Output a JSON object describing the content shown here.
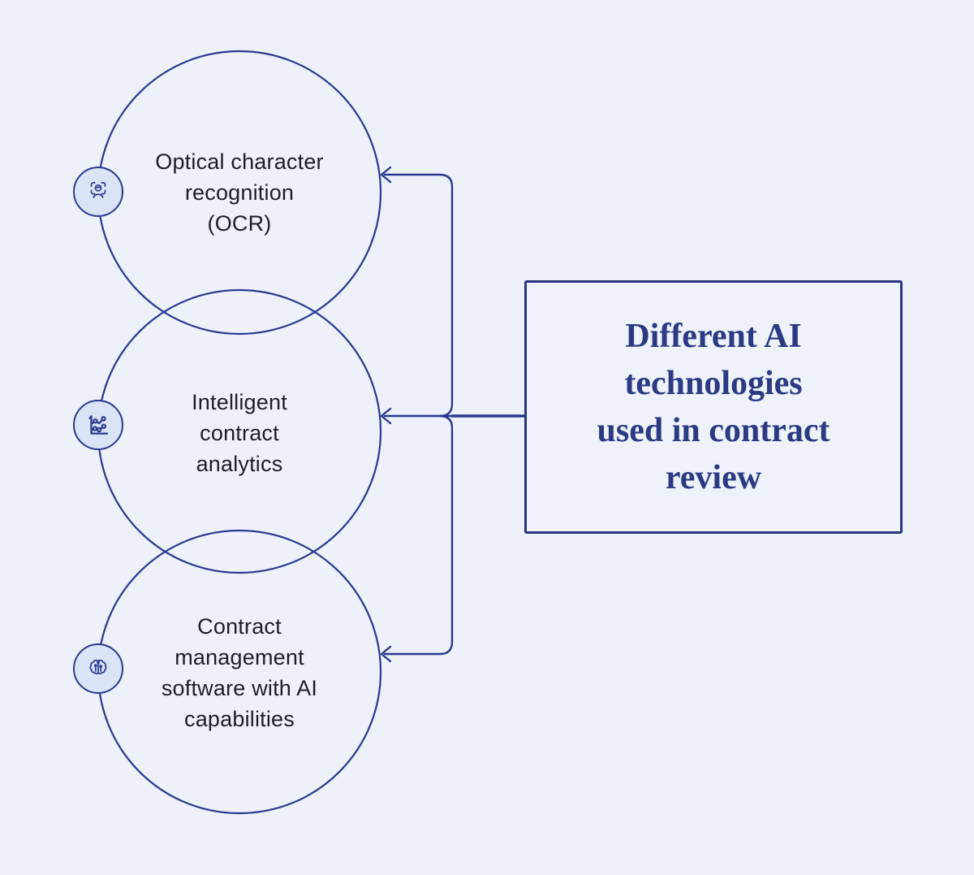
{
  "diagram": {
    "title_box": {
      "lines": [
        "Different AI",
        "technologies",
        "used in contract",
        "review"
      ]
    },
    "nodes": [
      {
        "id": "ocr",
        "icon": "face-scan-icon",
        "lines": [
          "Optical character",
          "recognition",
          "(OCR)"
        ]
      },
      {
        "id": "intelligent-contract-analytics",
        "icon": "line-chart-icon",
        "lines": [
          "Intelligent",
          "contract",
          "analytics"
        ]
      },
      {
        "id": "contract-management-software",
        "icon": "brain-circuit-icon",
        "lines": [
          "Contract",
          "management",
          "software with AI",
          "capabilities"
        ]
      }
    ],
    "colors": {
      "background": "#edf1fa",
      "line": "#2b3990",
      "box_border": "#2a337f",
      "box_fill": "#eef2fb",
      "title_text": "#2b3a82",
      "node_text": "#1e1f26",
      "icon_badge_fill": "#d9e4f6"
    }
  }
}
